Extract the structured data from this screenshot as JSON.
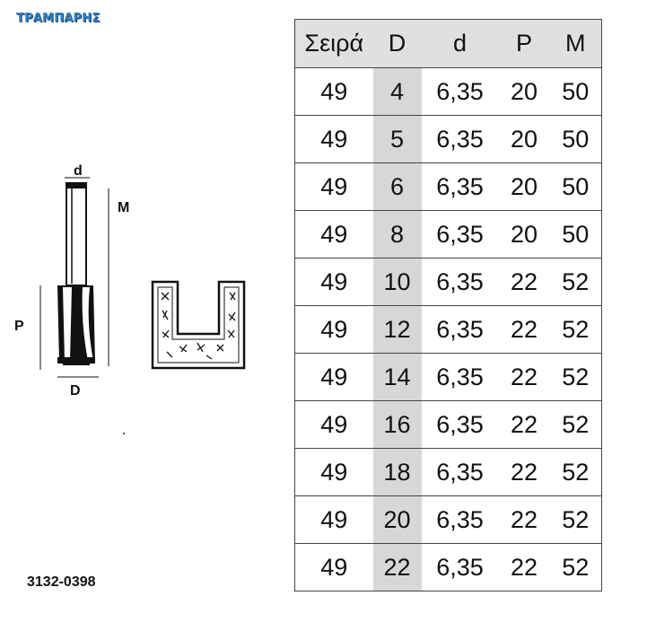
{
  "brand": "ΤΡΑΜΠΑΡΗΣ",
  "product_code": "3132-0398",
  "drawing": {
    "label_d": "d",
    "label_M": "M",
    "label_P": "P",
    "label_D": "D"
  },
  "table": {
    "headers": [
      "Σειρά",
      "D",
      "d",
      "P",
      "M"
    ],
    "rows": [
      [
        "49",
        "4",
        "6,35",
        "20",
        "50"
      ],
      [
        "49",
        "5",
        "6,35",
        "20",
        "50"
      ],
      [
        "49",
        "6",
        "6,35",
        "20",
        "50"
      ],
      [
        "49",
        "8",
        "6,35",
        "20",
        "50"
      ],
      [
        "49",
        "10",
        "6,35",
        "22",
        "52"
      ],
      [
        "49",
        "12",
        "6,35",
        "22",
        "52"
      ],
      [
        "49",
        "14",
        "6,35",
        "22",
        "52"
      ],
      [
        "49",
        "16",
        "6,35",
        "22",
        "52"
      ],
      [
        "49",
        "18",
        "6,35",
        "22",
        "52"
      ],
      [
        "49",
        "20",
        "6,35",
        "22",
        "52"
      ],
      [
        "49",
        "22",
        "6,35",
        "22",
        "52"
      ]
    ]
  }
}
